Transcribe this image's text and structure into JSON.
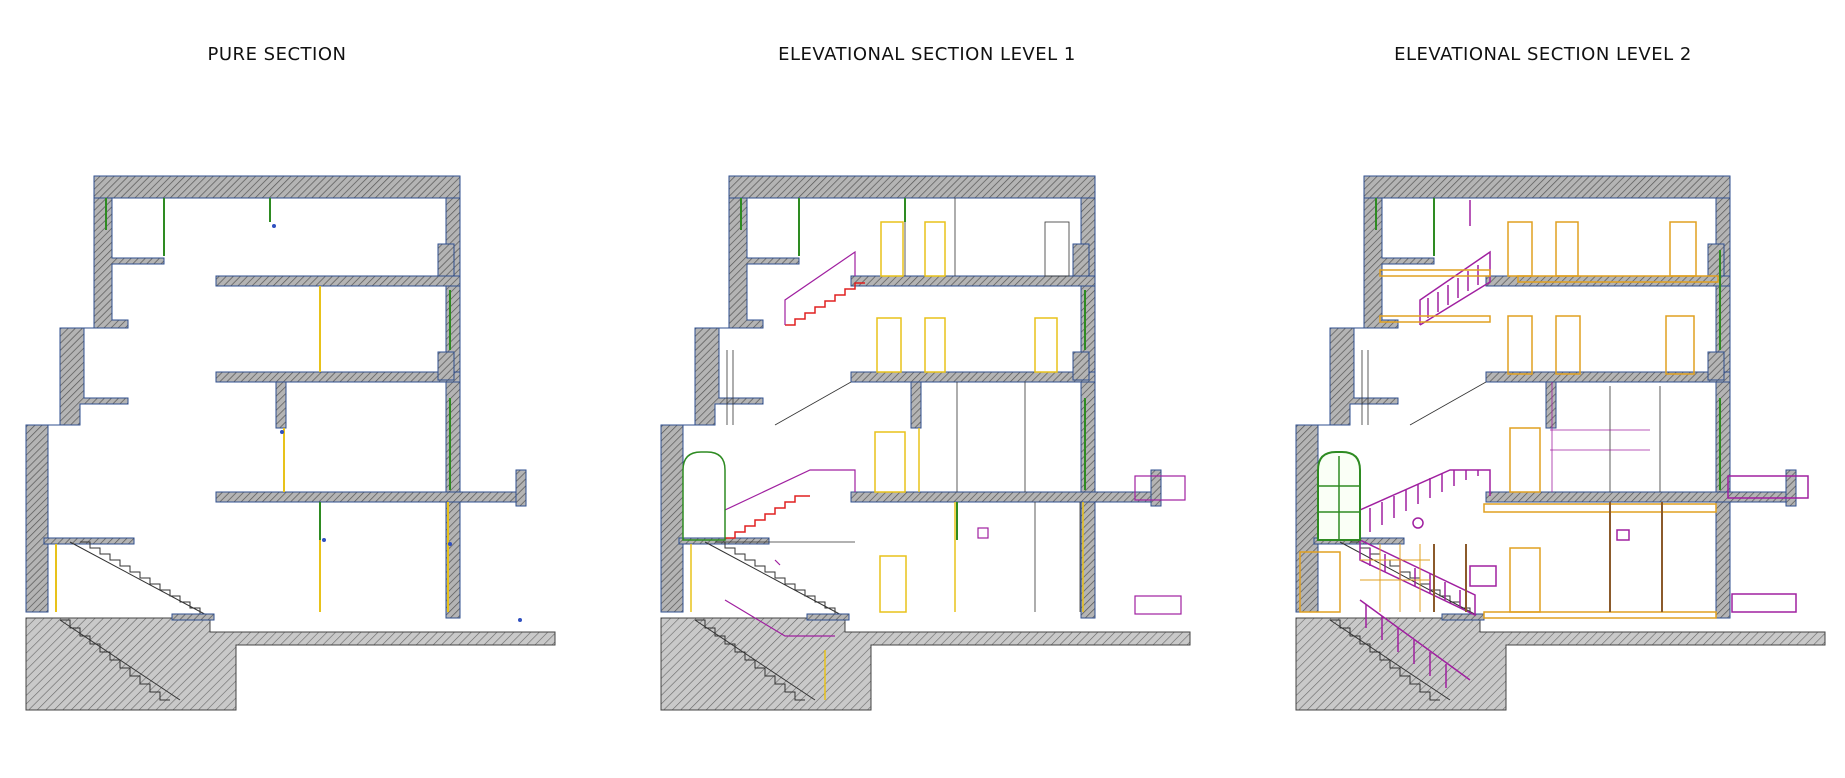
{
  "sections": [
    {
      "title": "PURE SECTION"
    },
    {
      "title": "ELEVATIONAL SECTION LEVEL 1"
    },
    {
      "title": "ELEVATIONAL SECTION LEVEL 2"
    }
  ],
  "colors": {
    "wall": "#9a9a9a",
    "wall_outline": "#2f4f8f",
    "ground": "#bdbdbd",
    "column_yellow": "#e8c21a",
    "column_green": "#2e8b22",
    "stair_red": "#e02020",
    "rail_magenta": "#a020a0",
    "door_orange": "#e0a020",
    "door_brown": "#8b5a2b",
    "line_dark": "#333333"
  },
  "icons": [
    "level-marker-icon"
  ]
}
